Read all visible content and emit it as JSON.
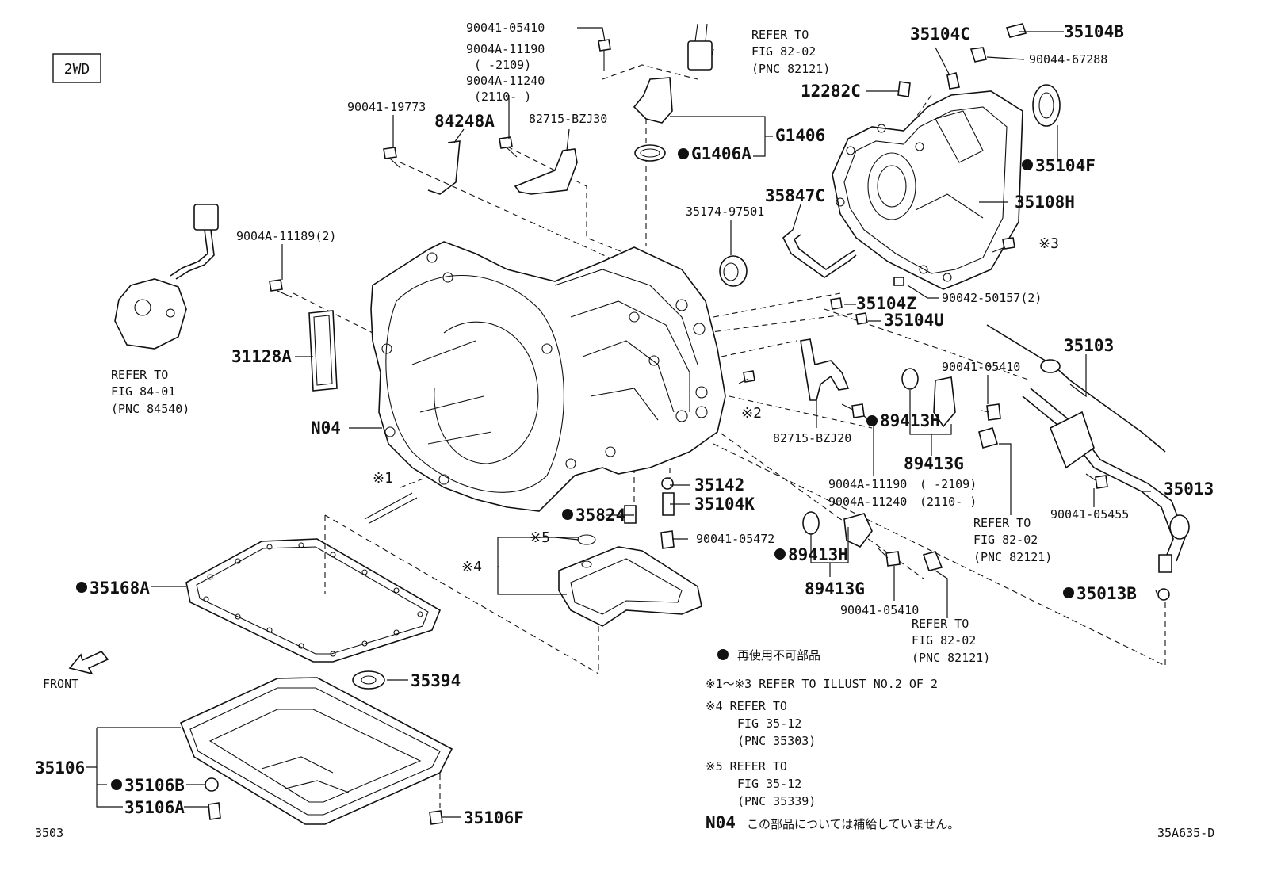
{
  "badge": "2WD",
  "front_label": "FRONT",
  "page_code": "3503",
  "drawing_code": "35A635-D",
  "parts": {
    "p_90041_05410_top": "90041-05410",
    "p_9004a_11190_top": "9004A-11190",
    "p_range_2109_top": "(     -2109)",
    "p_9004a_11240_top": "9004A-11240",
    "p_range_2110_top": "(2110-     )",
    "p_90041_19773": "90041-19773",
    "p_84248a": "84248A",
    "p_82715_bzj30": "82715-BZJ30",
    "p_g1406": "G1406",
    "p_g1406a": "G1406A",
    "p_35104c": "35104C",
    "p_35104b": "35104B",
    "p_90044_67288": "90044-67288",
    "p_12282c": "12282C",
    "p_35104f": "35104F",
    "p_35108h": "35108H",
    "p_35847c": "35847C",
    "p_35174_97501": "35174-97501",
    "p_x3": "※3",
    "p_90042_50157": "90042-50157(2)",
    "p_35104z": "35104Z",
    "p_35104u": "35104U",
    "p_35103": "35103",
    "p_90041_05410_mid": "90041-05410",
    "p_9004a_11189": "9004A-11189(2)",
    "p_31128a": "31128A",
    "p_n04": "N04",
    "p_x2": "※2",
    "p_82715_bzj20": "82715-BZJ20",
    "p_89413h_a": "89413H",
    "p_89413g_a": "89413G",
    "p_9004a_11190_mid": "9004A-11190",
    "p_range_2109_mid": "(     -2109)",
    "p_9004a_11240_mid": "9004A-11240",
    "p_range_2110_mid": "(2110-     )",
    "p_35013": "35013",
    "p_90041_05455": "90041-05455",
    "p_x1": "※1",
    "p_35142": "35142",
    "p_35104k": "35104K",
    "p_35824": "35824",
    "p_90041_05472": "90041-05472",
    "p_89413h_b": "89413H",
    "p_89413g_b": "89413G",
    "p_90041_05410_low": "90041-05410",
    "p_x5": "※5",
    "p_x4": "※4",
    "p_35168a": "35168A",
    "p_35013b": "35013B",
    "p_35394": "35394",
    "p_35106": "35106",
    "p_35106b": "35106B",
    "p_35106a": "35106A",
    "p_35106f": "35106F"
  },
  "refs": {
    "r_top": [
      "REFER TO",
      "FIG 82-02",
      "(PNC 82121)"
    ],
    "r_left": [
      "REFER TO",
      "FIG 84-01",
      "(PNC 84540)"
    ],
    "r_mid": [
      "REFER TO",
      "FIG 82-02",
      "(PNC 82121)"
    ],
    "r_low": [
      "REFER TO",
      "FIG 82-02",
      "(PNC 82121)"
    ]
  },
  "legend": {
    "bullet_note": "再使用不可部品",
    "note_1_3": "※1～※3 REFER TO ILLUST NO.2 OF 2",
    "note_4": [
      "※4 REFER TO",
      "FIG 35-12",
      "(PNC 35303)"
    ],
    "note_5": [
      "※5 REFER TO",
      "FIG 35-12",
      "(PNC 35339)"
    ],
    "note_n04_code": "N04",
    "note_n04_text": "この部品については補給していません。"
  }
}
